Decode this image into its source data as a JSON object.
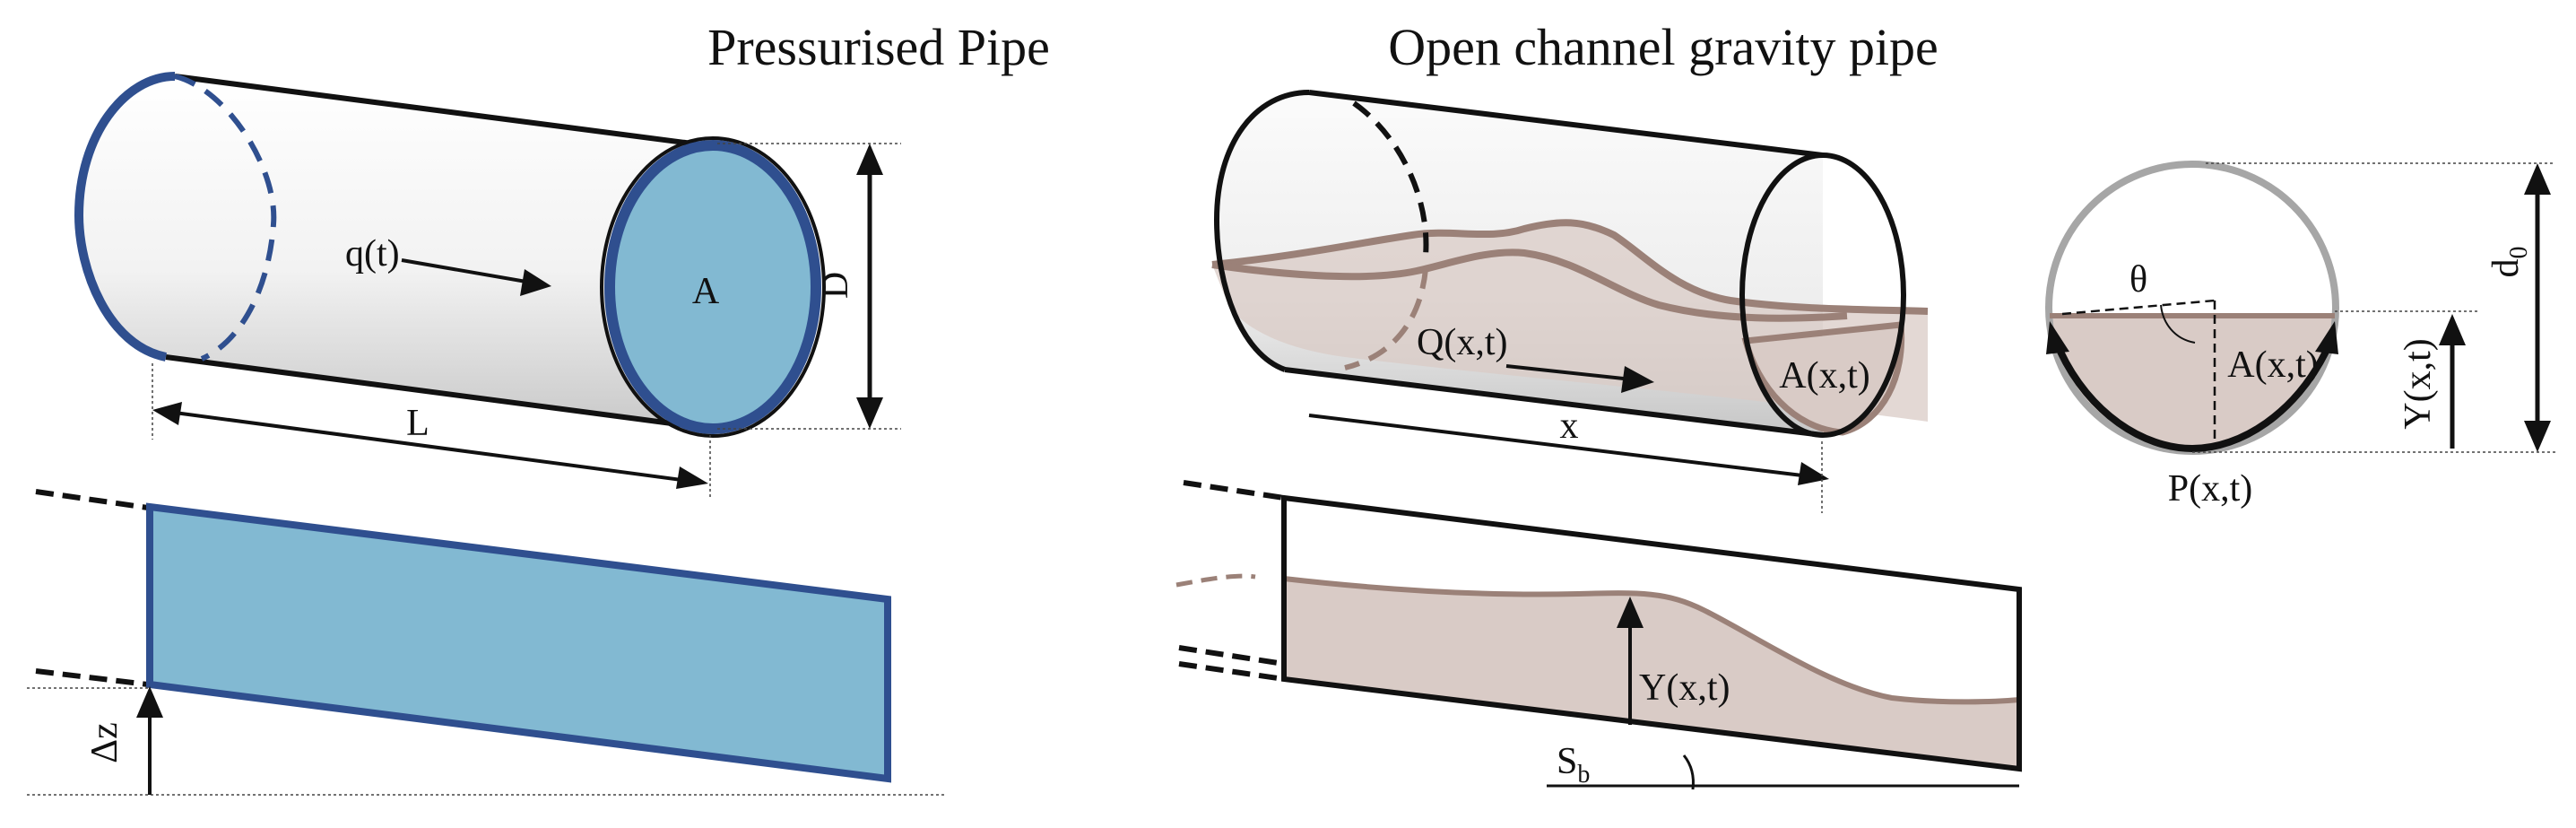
{
  "pressurised": {
    "title": "Pressurised Pipe",
    "flow_label": "q(t)",
    "area_label": "A",
    "diameter_label": "D",
    "length_label": "L",
    "elevation_label": "Δz"
  },
  "gravity": {
    "title": "Open channel gravity pipe",
    "flow_label": "Q(x,t)",
    "area_label": "A(x,t)",
    "x_label": "x",
    "depth_label": "Y(x,t)",
    "slope_label": "S",
    "slope_subscript": "b"
  },
  "cross_section": {
    "angle_label": "θ",
    "area_label": "A(x,t)",
    "depth_label": "Y(x,t)",
    "perimeter_label": "P(x,t)",
    "diameter_label": "d",
    "diameter_subscript": "0"
  },
  "colors": {
    "pipe_blue_fill": "#82b9d2",
    "pipe_blue_edge": "#2f4f8f",
    "water_fill": "#d9cbc6",
    "water_edge": "#9b8178",
    "line": "#111111"
  }
}
